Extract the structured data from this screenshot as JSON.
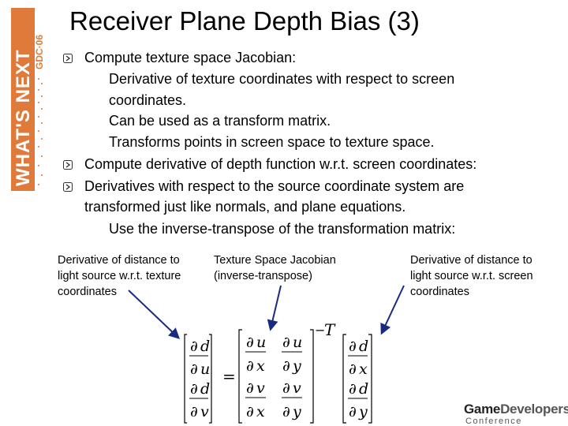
{
  "banner": {
    "text": "WHAT'S NEXT",
    "event": "GDC·06",
    "color": "#e07a3a"
  },
  "title": "Receiver Plane Depth Bias (3)",
  "bullets": [
    {
      "level": 1,
      "text": "Compute texture space Jacobian:"
    },
    {
      "level": 2,
      "text": "Derivative of texture coordinates with respect to screen"
    },
    {
      "level": 2,
      "text": "coordinates."
    },
    {
      "level": 2,
      "text": "Can be used as a transform matrix."
    },
    {
      "level": 2,
      "text": "Transforms points in screen space to texture space."
    },
    {
      "level": 1,
      "text": "Compute derivative of depth function w.r.t. screen coordinates:"
    },
    {
      "level": 1,
      "text": "Derivatives with respect to the source coordinate system are"
    },
    {
      "level": 1,
      "text": "transformed just like normals, and plane equations."
    },
    {
      "level": 2,
      "text": "Use the inverse-transpose of the transformation matrix:"
    }
  ],
  "captions": {
    "left": [
      "Derivative of distance to",
      "light source w.r.t. texture",
      "coordinates"
    ],
    "middle": [
      "Texture Space Jacobian",
      "(inverse-transpose)"
    ],
    "right": [
      "Derivative of distance to",
      "light source w.r.t. screen",
      "coordinates"
    ]
  },
  "equation": {
    "partial": "∂",
    "d": "d",
    "u": "u",
    "v": "v",
    "x": "x",
    "y": "y",
    "equals": "=",
    "exponent": "T",
    "minus": "−"
  },
  "logo": {
    "main_a": "Game",
    "main_b": "Developers",
    "sub": "Conference"
  }
}
